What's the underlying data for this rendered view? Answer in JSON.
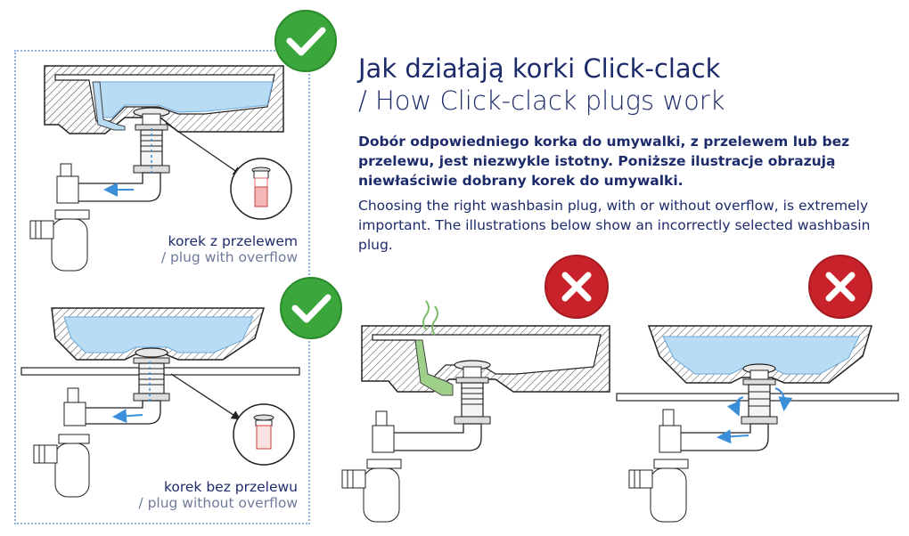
{
  "heading": {
    "title_pl": "Jak działają korki Click-clack",
    "title_en": "/ How Click-clack plugs work"
  },
  "intro": {
    "pl": "Dobór odpowiedniego korka do umywalki, z przelewem lub bez przelewu, jest niezwykle istotny. Poniższe ilustracje obrazują niewłaściwie dobrany korek do umywalki.",
    "en": "Choosing the right washbasin plug, with or without overflow, is extremely important. The illustrations below show an incorrectly selected washbasin plug."
  },
  "panels": {
    "with_overflow": {
      "label_pl": "korek z przelewem",
      "label_en": "/ plug with overflow",
      "status": "correct"
    },
    "without_overflow": {
      "label_pl": "korek bez przelewu",
      "label_en": "/ plug without overflow",
      "status": "correct"
    },
    "wrong_1": {
      "status": "incorrect"
    },
    "wrong_2": {
      "status": "incorrect"
    }
  },
  "colors": {
    "check_green": "#3aa63b",
    "cross_red": "#c8232a",
    "water_blue": "#b9dcf5",
    "dark_navy": "#1d2b6b",
    "stagnant_green": "#9fd08a"
  },
  "icons": [
    "check-icon",
    "cross-icon",
    "arrow-icon",
    "plug-icon"
  ]
}
